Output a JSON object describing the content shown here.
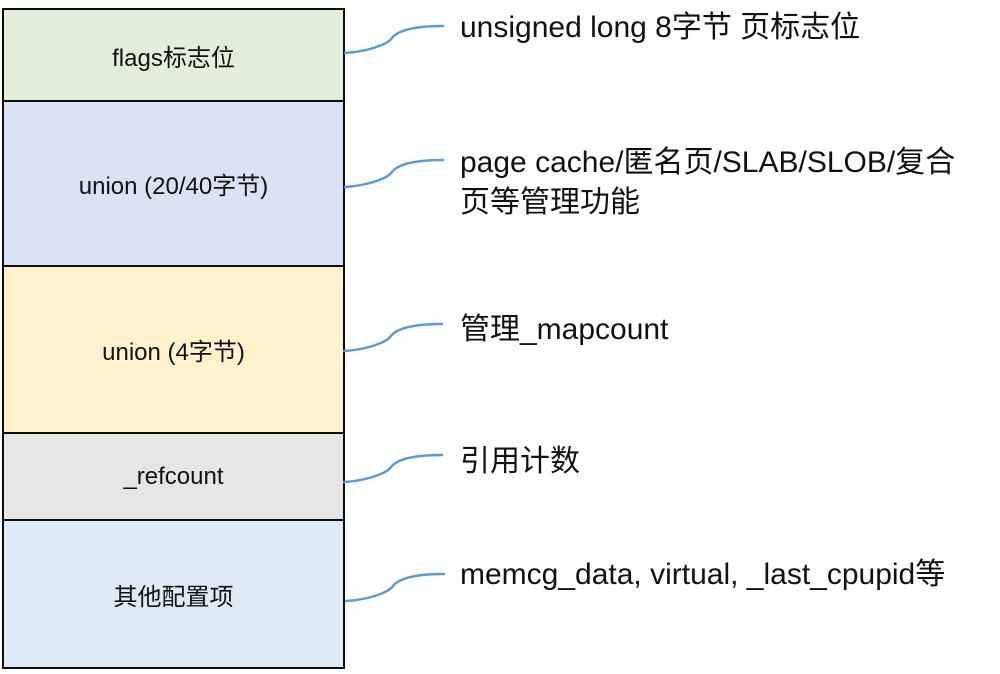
{
  "diagram": {
    "title": "struct page memory layout",
    "colors": {
      "connector": "#5B9BD5",
      "border": "#0D0D0D",
      "text": "#111111"
    },
    "rows": [
      {
        "label": "flags标志位",
        "color": "#E3EFD9",
        "annotation": {
          "lines": [
            "unsigned long 8字节 页标志位"
          ]
        }
      },
      {
        "label": "union (20/40字节)",
        "color": "#DAE3F3",
        "annotation": {
          "lines": [
            "page cache/匿名页/SLAB/SLOB/复合",
            "页等管理功能"
          ]
        }
      },
      {
        "label": "union (4字节)",
        "color": "#FFF2CC",
        "annotation": {
          "lines": [
            "管理_mapcount"
          ]
        }
      },
      {
        "label": "_refcount",
        "color": "#E7E6E6",
        "annotation": {
          "lines": [
            "引用计数"
          ]
        }
      },
      {
        "label": "其他配置项",
        "color": "#DEEBF7",
        "annotation": {
          "lines": [
            "memcg_data, virtual, _last_cpupid等"
          ]
        }
      }
    ]
  }
}
